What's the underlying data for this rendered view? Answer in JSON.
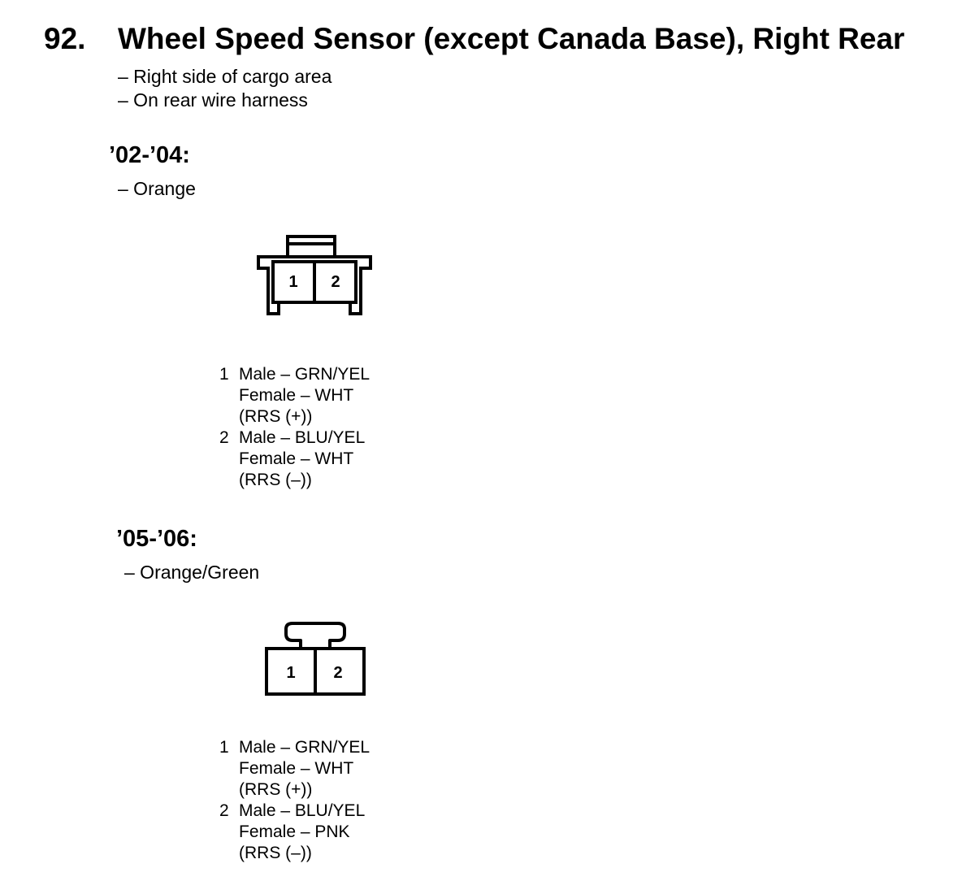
{
  "header": {
    "number": "92.",
    "title": "Wheel Speed Sensor (except Canada Base), Right Rear"
  },
  "location": [
    "– Right side of cargo area",
    "– On rear wire harness"
  ],
  "sections": [
    {
      "years": "’02-’04:",
      "connector_color": "– Orange",
      "connector_pin_labels": [
        "1",
        "2"
      ],
      "pins": [
        {
          "num": "1",
          "male": "Male – GRN/YEL",
          "female": "Female – WHT",
          "signal": "(RRS (+))"
        },
        {
          "num": "2",
          "male": "Male – BLU/YEL",
          "female": "Female – WHT",
          "signal": "(RRS (–))"
        }
      ]
    },
    {
      "years": "’05-’06:",
      "connector_color": "– Orange/Green",
      "connector_pin_labels": [
        "1",
        "2"
      ],
      "pins": [
        {
          "num": "1",
          "male": "Male – GRN/YEL",
          "female": "Female – WHT",
          "signal": "(RRS (+))"
        },
        {
          "num": "2",
          "male": "Male – BLU/YEL",
          "female": "Female – PNK",
          "signal": "(RRS (–))"
        }
      ]
    }
  ]
}
